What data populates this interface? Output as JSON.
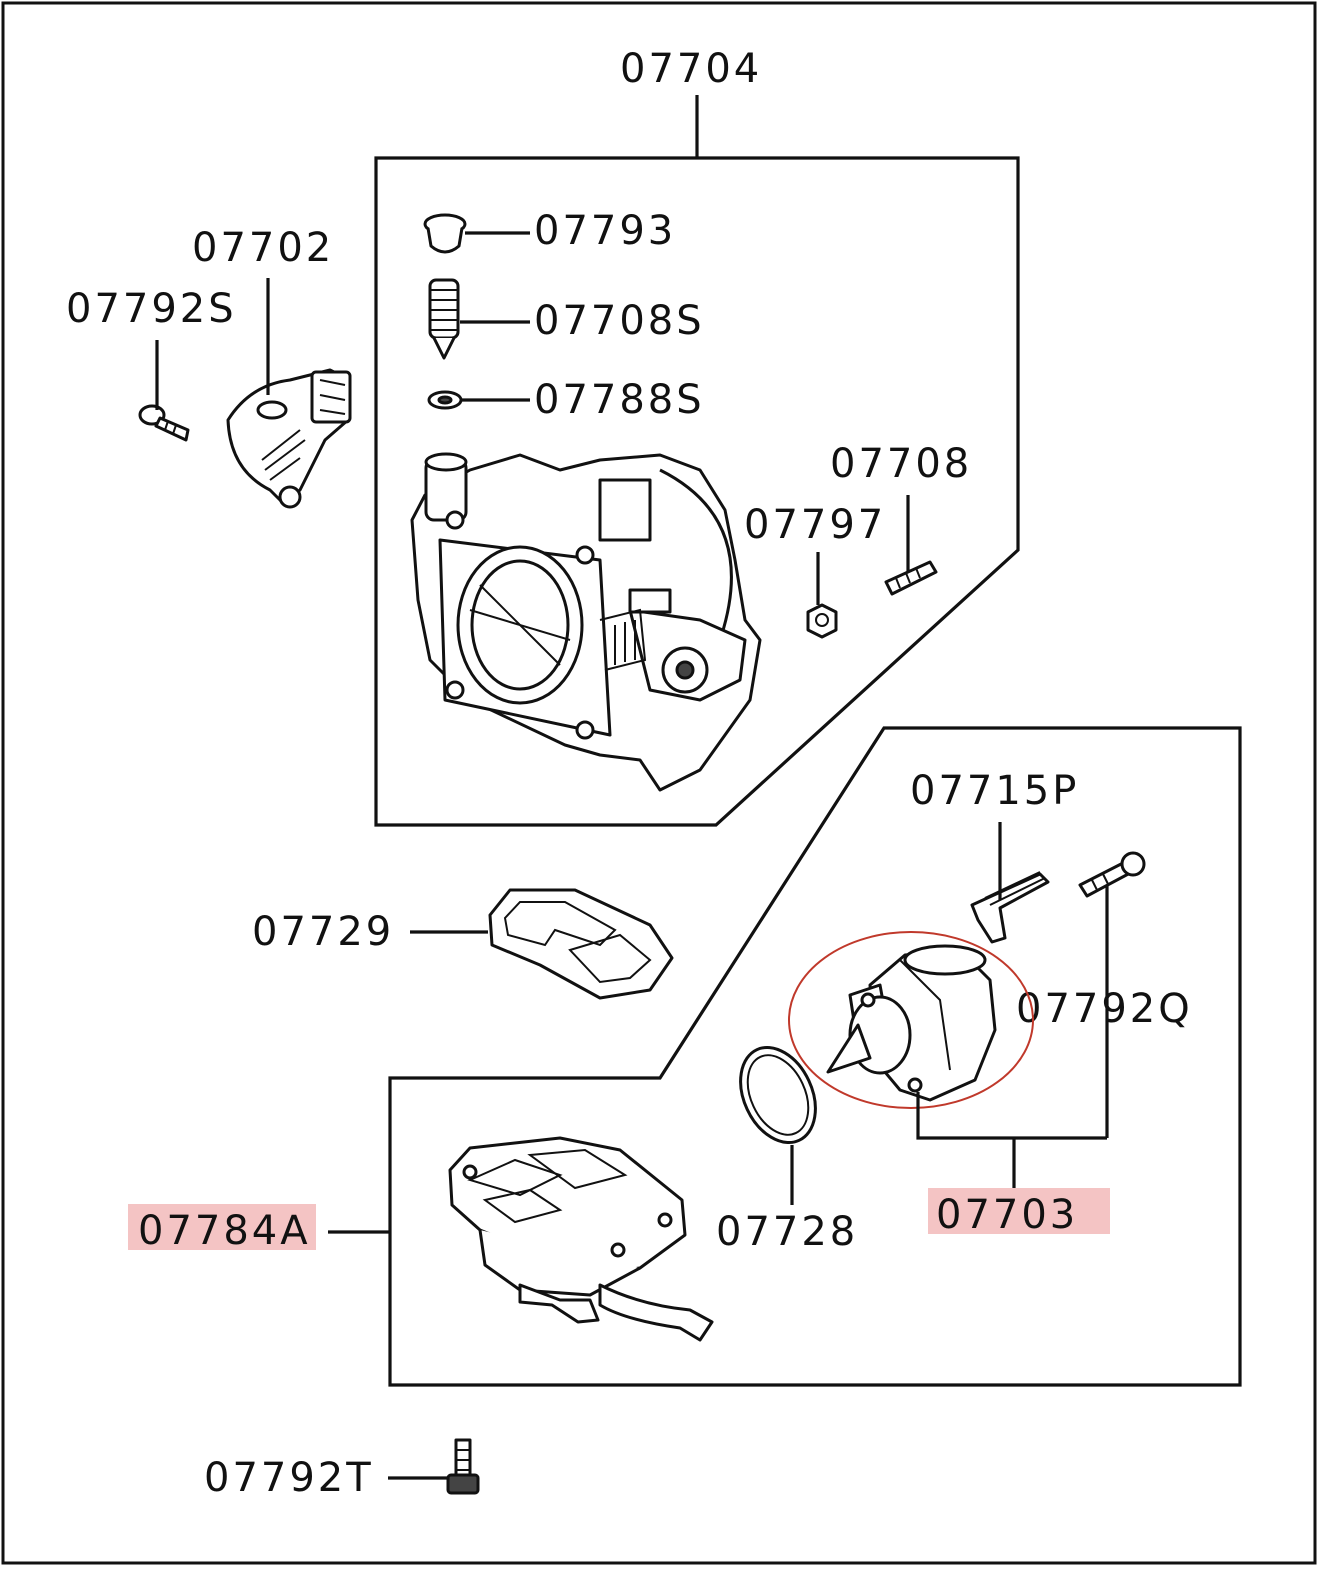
{
  "diagram": {
    "labels": {
      "throttle_body_assy": "07704",
      "plug": "07793",
      "screw_s": "07708S",
      "seal": "07788S",
      "tps_sensor": "07702",
      "screw_sensor": "07792S",
      "screw_stop": "07708",
      "nut": "07797",
      "connector_bracket": "07715P",
      "screw_q": "07792Q",
      "gasket": "07729",
      "o_ring": "07728",
      "idle_speed_control": "07703",
      "iac_body": "07784A",
      "bolt_t": "07792T"
    },
    "highlighted": [
      "07703",
      "07784A"
    ],
    "colors": {
      "highlight": "#f4c4c4",
      "circle": "#c0392b",
      "line": "#111111"
    }
  }
}
